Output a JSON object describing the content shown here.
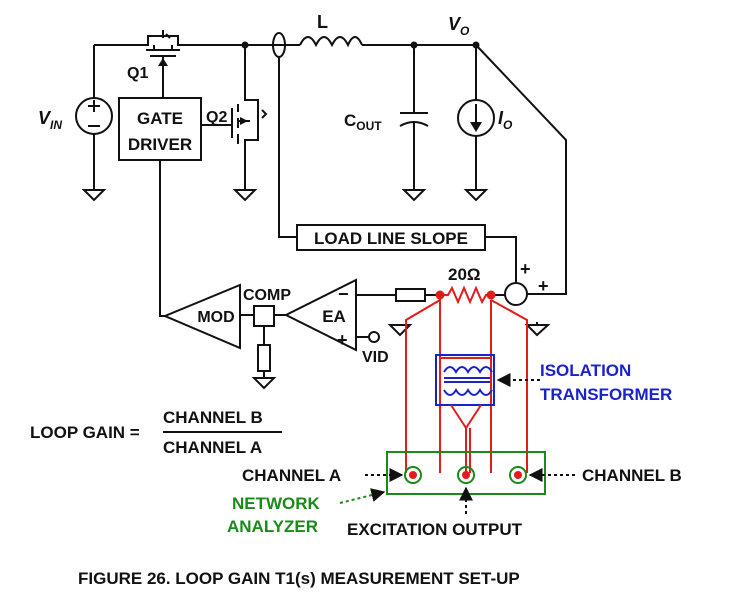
{
  "labels": {
    "vo_main": "V",
    "vo_sub": "O",
    "inductor": "L",
    "vin_main": "V",
    "vin_sub": "IN",
    "q1": "Q1",
    "q2": "Q2",
    "gate_driver_line1": "GATE",
    "gate_driver_line2": "DRIVER",
    "cout_main": "C",
    "cout_sub": "OUT",
    "io_main": "I",
    "io_sub": "O",
    "load_line_slope": "LOAD LINE SLOPE",
    "resistor": "20Ω",
    "plus_top": "+",
    "plus_right": "+",
    "comp": "COMP",
    "mod": "MOD",
    "ea": "EA",
    "ea_minus": "−",
    "ea_plus": "+",
    "vid": "VID",
    "isolation_line1": "ISOLATION",
    "isolation_line2": "TRANSFORMER",
    "loop_gain": "LOOP GAIN =",
    "fraction_num": "CHANNEL B",
    "fraction_den": "CHANNEL A",
    "channel_a": "CHANNEL A",
    "channel_b": "CHANNEL B",
    "network_line1": "NETWORK",
    "network_line2": "ANALYZER",
    "excitation": "EXCITATION OUTPUT"
  },
  "caption": "FIGURE 26.  LOOP GAIN T1(s) MEASUREMENT SET-UP",
  "colors": {
    "wire": "#111111",
    "injection": "#e41b1b",
    "transformer": "#1a23c8",
    "analyzer": "#1a8a1a"
  }
}
